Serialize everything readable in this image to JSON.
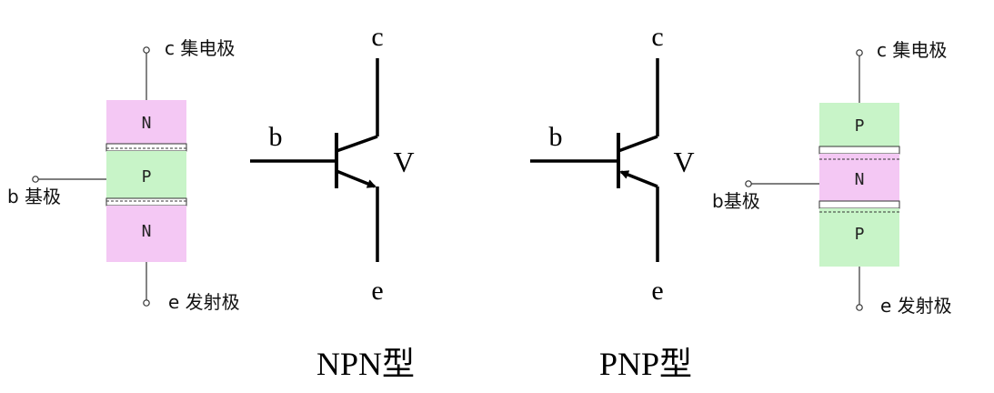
{
  "npn_structure": {
    "collector_label": "c 集电极",
    "base_label": "b 基极",
    "emitter_label": "e 发射极",
    "layers": [
      "N",
      "P",
      "N"
    ]
  },
  "npn_symbol": {
    "collector": "c",
    "base": "b",
    "emitter": "e",
    "device": "V",
    "type_label": "NPN型"
  },
  "pnp_symbol": {
    "collector": "c",
    "base": "b",
    "emitter": "e",
    "device": "V",
    "type_label": "PNP型"
  },
  "pnp_structure": {
    "collector_label": "c 集电极",
    "base_label": "b基极",
    "emitter_label": "e 发射极",
    "layers": [
      "P",
      "N",
      "P"
    ]
  },
  "colors": {
    "n_region": "#f4c8f4",
    "p_region": "#c8f4c8",
    "line": "#000000"
  }
}
